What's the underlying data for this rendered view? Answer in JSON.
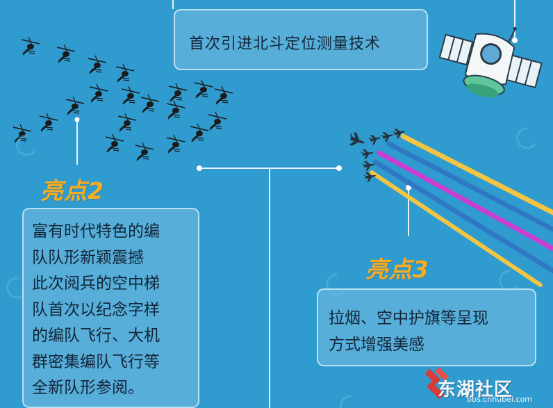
{
  "highlights": [
    {
      "label": "",
      "text_lines": [
        "首次引进北斗定位测量技术"
      ]
    },
    {
      "label": "亮点2",
      "text_lines": [
        "富有时代特色的编",
        "队队形新颖震撼",
        "此次阅兵的空中梯",
        "队首次以纪念字样",
        "的编队飞行、大机",
        "群密集编队飞行等",
        "全新队形参阅。"
      ]
    },
    {
      "label": "亮点3",
      "text_lines": [
        "拉烟、空中护旗等呈现",
        "方式增强美感"
      ]
    }
  ],
  "watermark": {
    "name": "东湖社区",
    "url": "bbs.cnhubei.com"
  },
  "icons": [
    "helicopter-icon",
    "satellite-icon",
    "fighter-jet-icon",
    "logo-icon"
  ],
  "colors": {
    "background": "#2f9bcf",
    "label": "#f6ad22",
    "smoke": [
      "#f5c542",
      "#2f78c4",
      "#c93fd2",
      "#2f78c4",
      "#f5c542"
    ]
  }
}
